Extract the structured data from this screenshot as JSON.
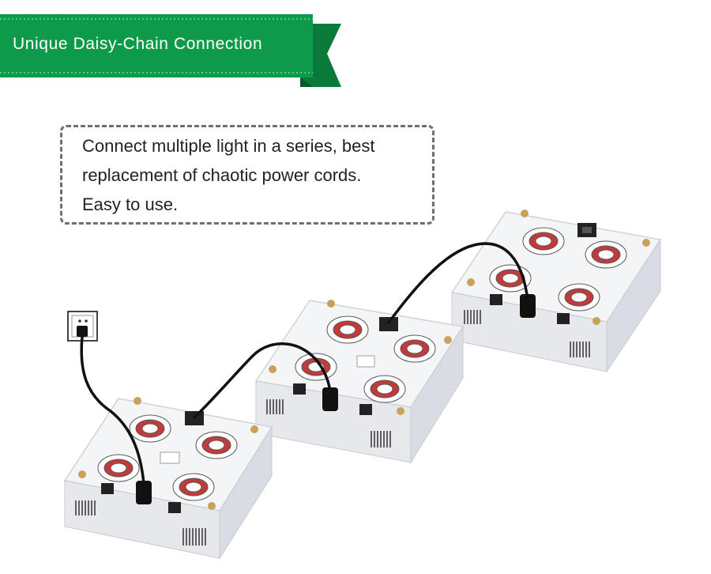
{
  "banner": {
    "title": "Unique Daisy-Chain Connection"
  },
  "description": {
    "lines": [
      "Connect multiple light in a series, best",
      "replacement of chaotic power cords.",
      "Easy to use."
    ]
  },
  "colors": {
    "banner_green": "#0e9a4b",
    "banner_dark_green": "#0a6e35",
    "light_body": "#f2f3f5",
    "fan_red": "#c23a3a",
    "cable": "#111111",
    "knob_gold": "#c9a25a"
  },
  "scene": {
    "items": [
      "wall-socket",
      "grow-light-1",
      "grow-light-2",
      "grow-light-3",
      "power-cables"
    ]
  }
}
